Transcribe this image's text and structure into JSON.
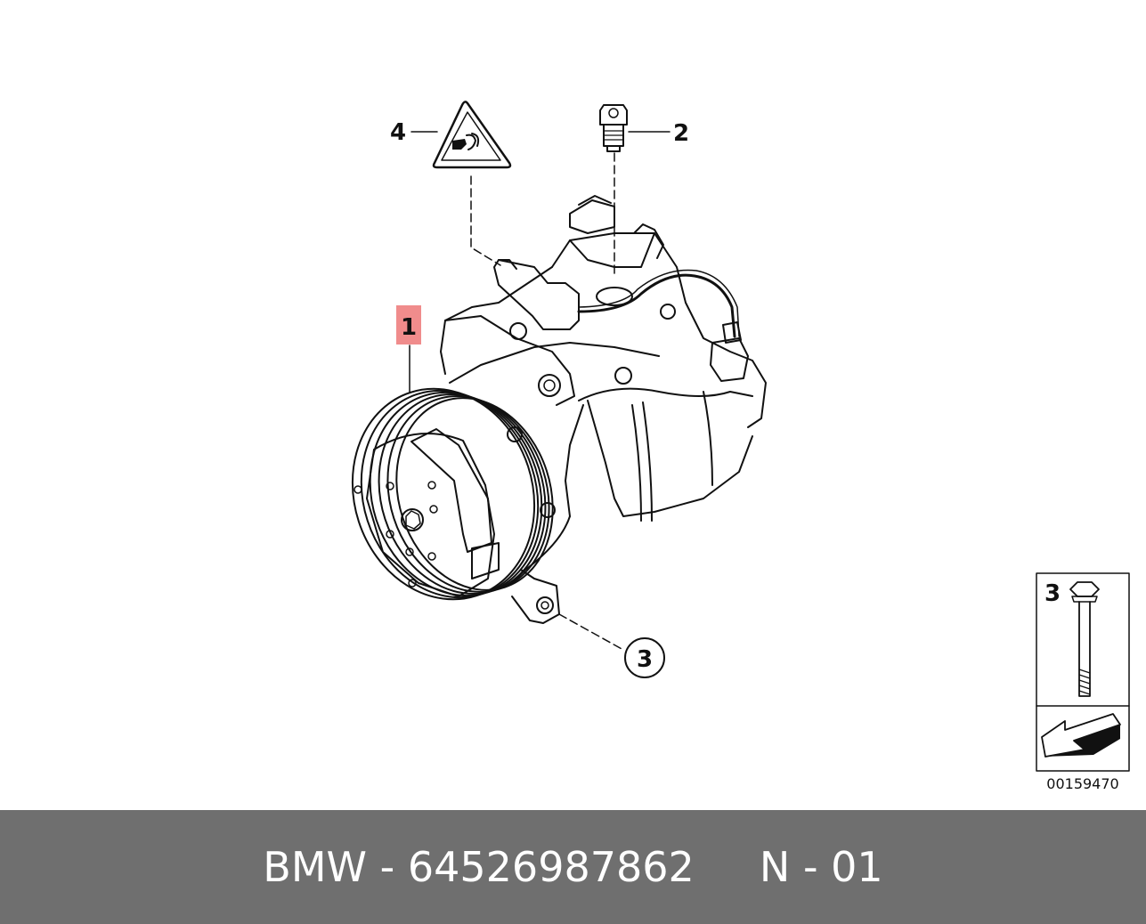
{
  "callouts": {
    "part_1": "1",
    "part_2": "2",
    "part_3": "3",
    "part_4": "4"
  },
  "inset": {
    "label": "3",
    "diagram_number": "00159470"
  },
  "footer": {
    "text": "BMW - 64526987862     N - 01"
  },
  "colors": {
    "footer_bg": "#6f6f6f",
    "highlight": "#f08c8c"
  },
  "icons": {
    "warning": "refrigerant-warning-triangle-icon",
    "arrow": "direction-arrow-icon"
  }
}
